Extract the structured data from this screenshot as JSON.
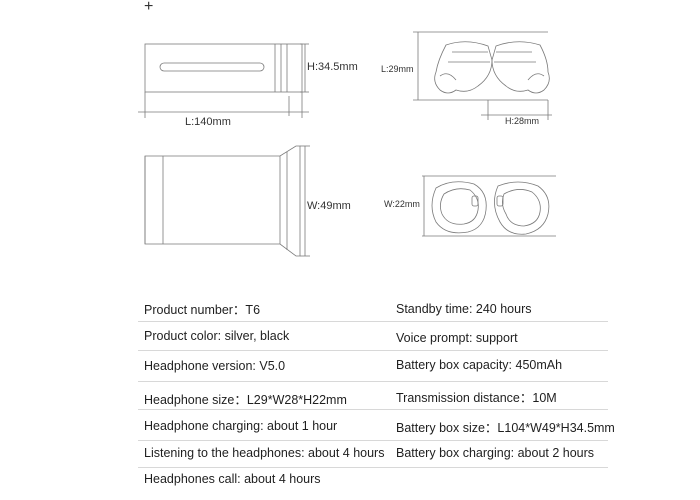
{
  "drawings": {
    "plus_mark": "+",
    "case_top_view": {
      "length_label": "L:140mm",
      "height_label": "H:34.5mm"
    },
    "case_front_view": {
      "width_label": "W:49mm"
    },
    "earbud_side_view": {
      "length_label": "L:29mm",
      "height_label": "H:28mm"
    },
    "earbud_top_view": {
      "width_label": "W:22mm"
    }
  },
  "specs": {
    "left": [
      "Product number：T6",
      "Product color: silver, black",
      "Headphone version: V5.0",
      "Headphone size：L29*W28*H22mm",
      "Headphone charging: about 1 hour",
      "Listening to the headphones: about 4 hours",
      "Headphones call: about 4 hours"
    ],
    "right": [
      "Standby time: 240 hours",
      "Voice prompt: support",
      "Battery box capacity: 450mAh",
      "Transmission distance：10M",
      "Battery box size：L104*W49*H34.5mm",
      "Battery box charging: about 2 hours"
    ]
  }
}
